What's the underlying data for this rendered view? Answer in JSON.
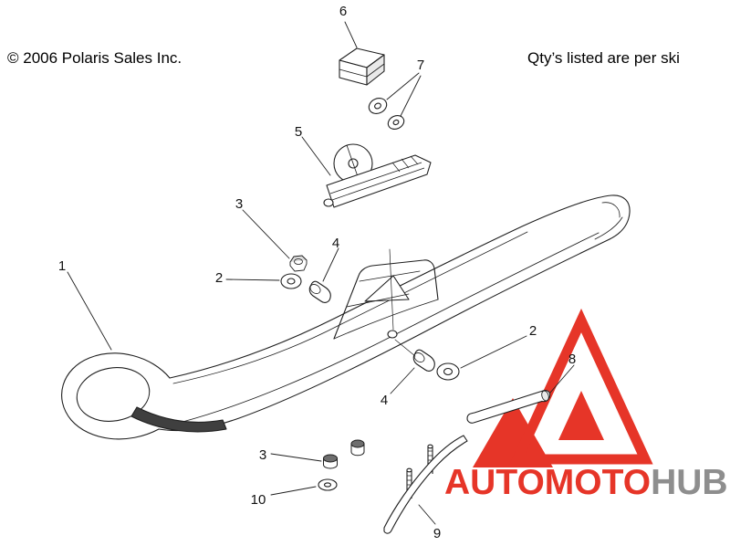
{
  "header": {
    "copyright": "© 2006 Polaris Sales Inc.",
    "qty_note": "Qty’s listed are per ski"
  },
  "callouts": {
    "c1": "1",
    "c2a": "2",
    "c2b": "2",
    "c3a": "3",
    "c3b": "3",
    "c4a": "4",
    "c4b": "4",
    "c5": "5",
    "c6": "6",
    "c7": "7",
    "c8": "8",
    "c9": "9",
    "c10": "10"
  },
  "watermark": {
    "text_red": "AUTOMOTO",
    "text_gray": "HUB",
    "red": "#e63528",
    "gray": "#8e8e8e"
  }
}
